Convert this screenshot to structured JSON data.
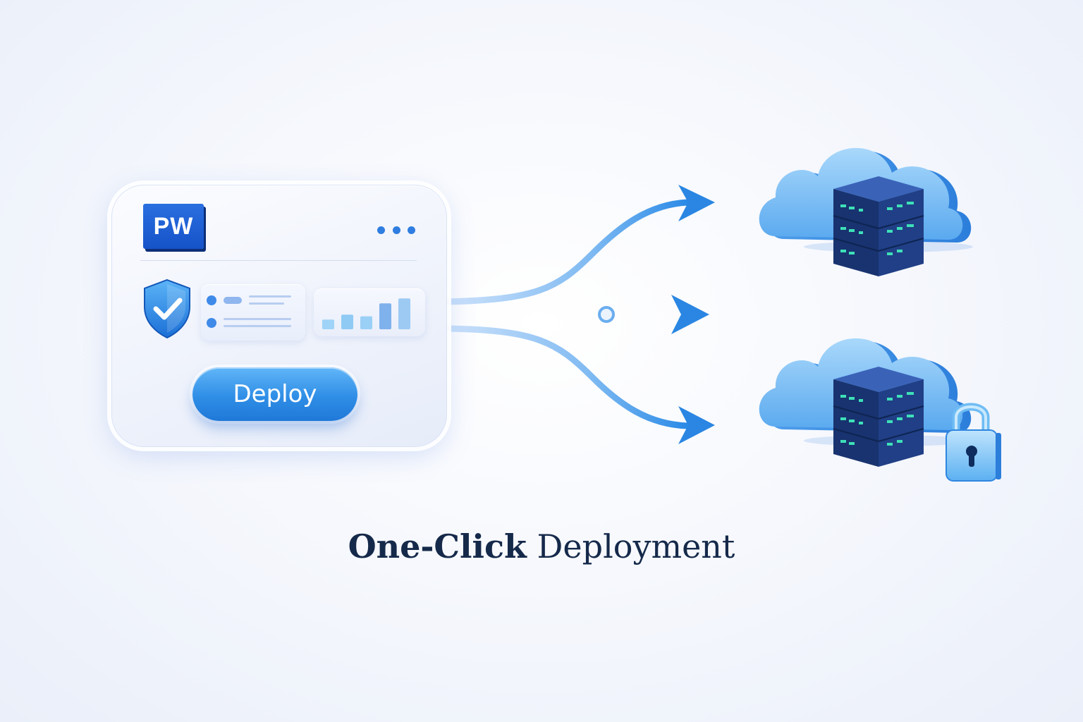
{
  "app_card": {
    "logo_text": "PW",
    "menu_icon": "more-horizontal-icon",
    "shield_icon": "shield-check-icon",
    "deploy_label": "Deploy",
    "mini_chart_levels": [
      0.3,
      0.45,
      0.4,
      0.8,
      0.95
    ]
  },
  "flows": {
    "count": 3,
    "arrow_icon": "arrow-right-icon"
  },
  "targets": [
    {
      "cloud_icon": "cloud-icon",
      "server_icon": "server-rack-icon",
      "locked": false
    },
    {
      "cloud_icon": "cloud-icon",
      "server_icon": "server-rack-icon",
      "locked": true,
      "lock_icon": "padlock-icon"
    }
  ],
  "caption": {
    "bold": "One-Click",
    "regular": "Deployment"
  },
  "colors": {
    "accent": "#2f8ee6",
    "brand": "#1552c8",
    "cloud": "#6fb9f5",
    "server": "#1d3a78",
    "text": "#15294a"
  }
}
